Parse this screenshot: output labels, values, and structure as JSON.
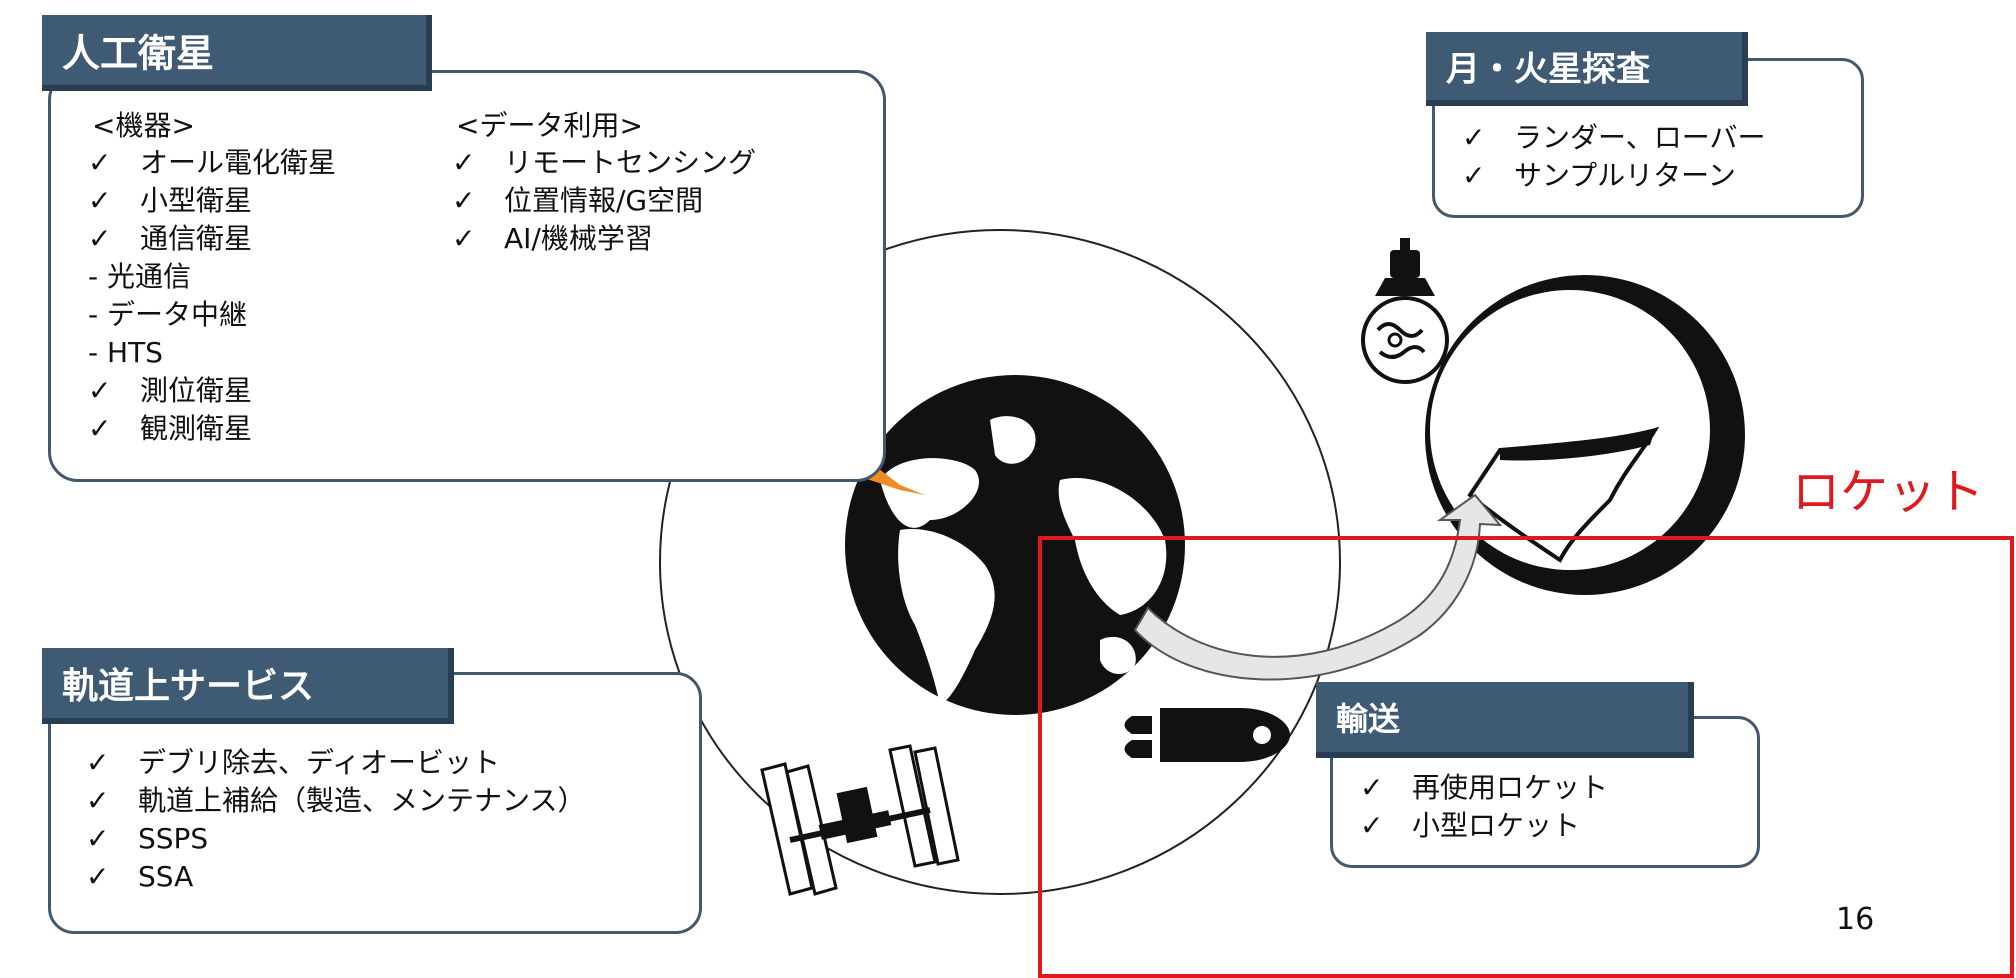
{
  "satellite": {
    "title": "人工衛星",
    "devices_header": "<機器>",
    "devices": [
      {
        "mark": "✓",
        "text": "オール電化衛星"
      },
      {
        "mark": "✓",
        "text": "小型衛星"
      },
      {
        "mark": "✓",
        "text": "通信衛星"
      },
      {
        "mark": "-",
        "text": "光通信"
      },
      {
        "mark": "-",
        "text": "データ中継"
      },
      {
        "mark": "-",
        "text": "HTS"
      },
      {
        "mark": "✓",
        "text": "測位衛星"
      },
      {
        "mark": "✓",
        "text": "観測衛星"
      }
    ],
    "data_header": "<データ利用>",
    "data_use": [
      {
        "mark": "✓",
        "text": "リモートセンシング"
      },
      {
        "mark": "✓",
        "text": "位置情報/G空間"
      },
      {
        "mark": "✓",
        "text": "AI/機械学習"
      }
    ]
  },
  "moon_mars": {
    "title": "月・火星探査",
    "items": [
      {
        "mark": "✓",
        "text": "ランダー、ローバー"
      },
      {
        "mark": "✓",
        "text": "サンプルリターン"
      }
    ]
  },
  "orbital": {
    "title": "軌道上サービス",
    "items": [
      {
        "mark": "✓",
        "text": "デブリ除去、ディオービット"
      },
      {
        "mark": "✓",
        "text": "軌道上補給（製造、メンテナンス）"
      },
      {
        "mark": "✓",
        "text": "SSPS"
      },
      {
        "mark": "✓",
        "text": "SSA"
      }
    ]
  },
  "transport": {
    "title": "輸送",
    "items": [
      {
        "mark": "✓",
        "text": "再使用ロケット"
      },
      {
        "mark": "✓",
        "text": "小型ロケット"
      }
    ]
  },
  "annotation": {
    "text": "ロケット",
    "color": "#e0191e"
  },
  "page_number": "16",
  "colors": {
    "tab_bg": "#3f5a73",
    "panel_border": "#41586e",
    "highlight": "#e0191e",
    "beam": "#f08a24"
  }
}
